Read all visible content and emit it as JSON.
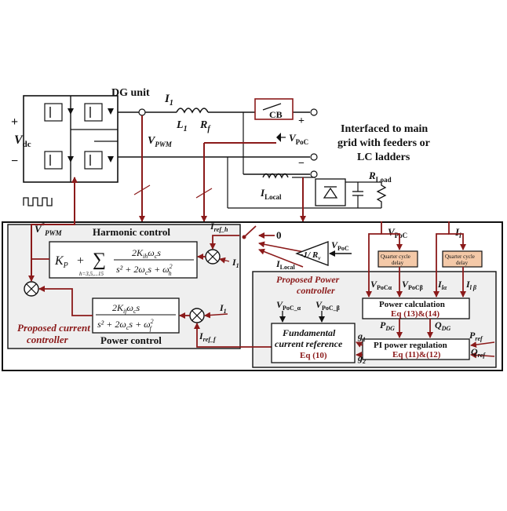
{
  "labels": {
    "dg_unit": "DG unit",
    "vdc": "V",
    "vdc_sub": "dc",
    "plus": "+",
    "minus": "−",
    "i1": "I",
    "i1_sub": "1",
    "l1": "L",
    "l1_sub": "1",
    "r1": "R",
    "r1_sub": "f",
    "vpwm": "V",
    "vpwm_sub": "PWM",
    "cb": "CB",
    "vpoc": "V",
    "vpoc_sub": "PoC",
    "grid_line1": "Interfaced to main",
    "grid_line2": "grid with feeders or",
    "grid_line3": "LC ladders",
    "ilocal": "I",
    "ilocal_sub": "Local",
    "rload": "R",
    "rload_sub": "Load",
    "vpwm_star": "V",
    "vpwm_star_sup": "*",
    "vpwm_star_sub": "PWM"
  },
  "harmonic": {
    "title": "Harmonic control",
    "kp": "K",
    "kp_sub": "P",
    "plus": "+",
    "sum": "∑",
    "sum_range": "h=3,5,...15",
    "num": "2K",
    "num_sub": "ih",
    "num_rest": "ω",
    "num_rest_sub": "c",
    "num_s": "s",
    "den": "s² + 2ω",
    "den_sub": "c",
    "den_mid": "s + ω",
    "den_end_sub": "h",
    "den_end_sup": "2"
  },
  "power_ctrl": {
    "title": "Power control",
    "num": "2K",
    "num_sub": "if",
    "num_rest": "ω",
    "num_rest_sub": "c",
    "num_s": "s",
    "den": "s² + 2ω",
    "den_sub": "c",
    "den_mid": "s + ω",
    "den_end_sub": "f",
    "den_end_sup": "2"
  },
  "current_ctrl": {
    "line1": "Proposed current",
    "line2": "controller"
  },
  "iref_h": {
    "main": "I",
    "sub": "ref_h"
  },
  "iref_f": {
    "main": "I",
    "sub": "ref_f"
  },
  "i1_in": {
    "main": "I",
    "sub": "1"
  },
  "i1_in2": {
    "main": "I",
    "sub": "1"
  },
  "switch_inputs": {
    "zero": "0",
    "ilocal": "I",
    "ilocal_sub": "Local",
    "gain": "−1/ R",
    "gain_sub": "v",
    "vpoc": "V",
    "vpoc_sub": "PoC"
  },
  "power_controller": {
    "line1": "Proposed Power",
    "line2": "controller"
  },
  "delays": {
    "d1_line1": "Quarter cycle",
    "d1_line2": "delay",
    "d2_line1": "Quarter cycle",
    "d2_line2": "delay"
  },
  "top_signals": {
    "vpoc": "V",
    "vpoc_sub": "PoC",
    "il": "I",
    "il_sub": "l"
  },
  "calc_signals": {
    "va": "V",
    "va_sub": "PoCα",
    "vb": "V",
    "vb_sub": "PoCβ",
    "ia": "I",
    "ia_sub": "lα",
    "ib": "I",
    "ib_sub": "l β"
  },
  "power_calc": {
    "title": "Power calculation",
    "eq": "Eq (13)&(14)"
  },
  "pi_reg": {
    "title": "PI power regulation",
    "eq": "Eq (11)&(12)"
  },
  "fundamental": {
    "line1": "Fundamental",
    "line2": "current reference",
    "eq": "Eq (10)"
  },
  "fund_inputs": {
    "va": "V",
    "va_sub": "PoC_α",
    "vb": "V",
    "vb_sub": "PoC_β"
  },
  "pq": {
    "pdg": "P",
    "pdg_sub": "DG",
    "qdg": "Q",
    "qdg_sub": "DG",
    "pref": "P",
    "pref_sub": "ref",
    "qref": "Q",
    "qref_sub": "ref",
    "g1": "g",
    "g1_sub": "1",
    "g2": "g",
    "g2_sub": "2"
  },
  "colors": {
    "accent": "#8b1a1a",
    "delay_fill": "#f4c9a8",
    "panel_fill": "#efefef"
  }
}
